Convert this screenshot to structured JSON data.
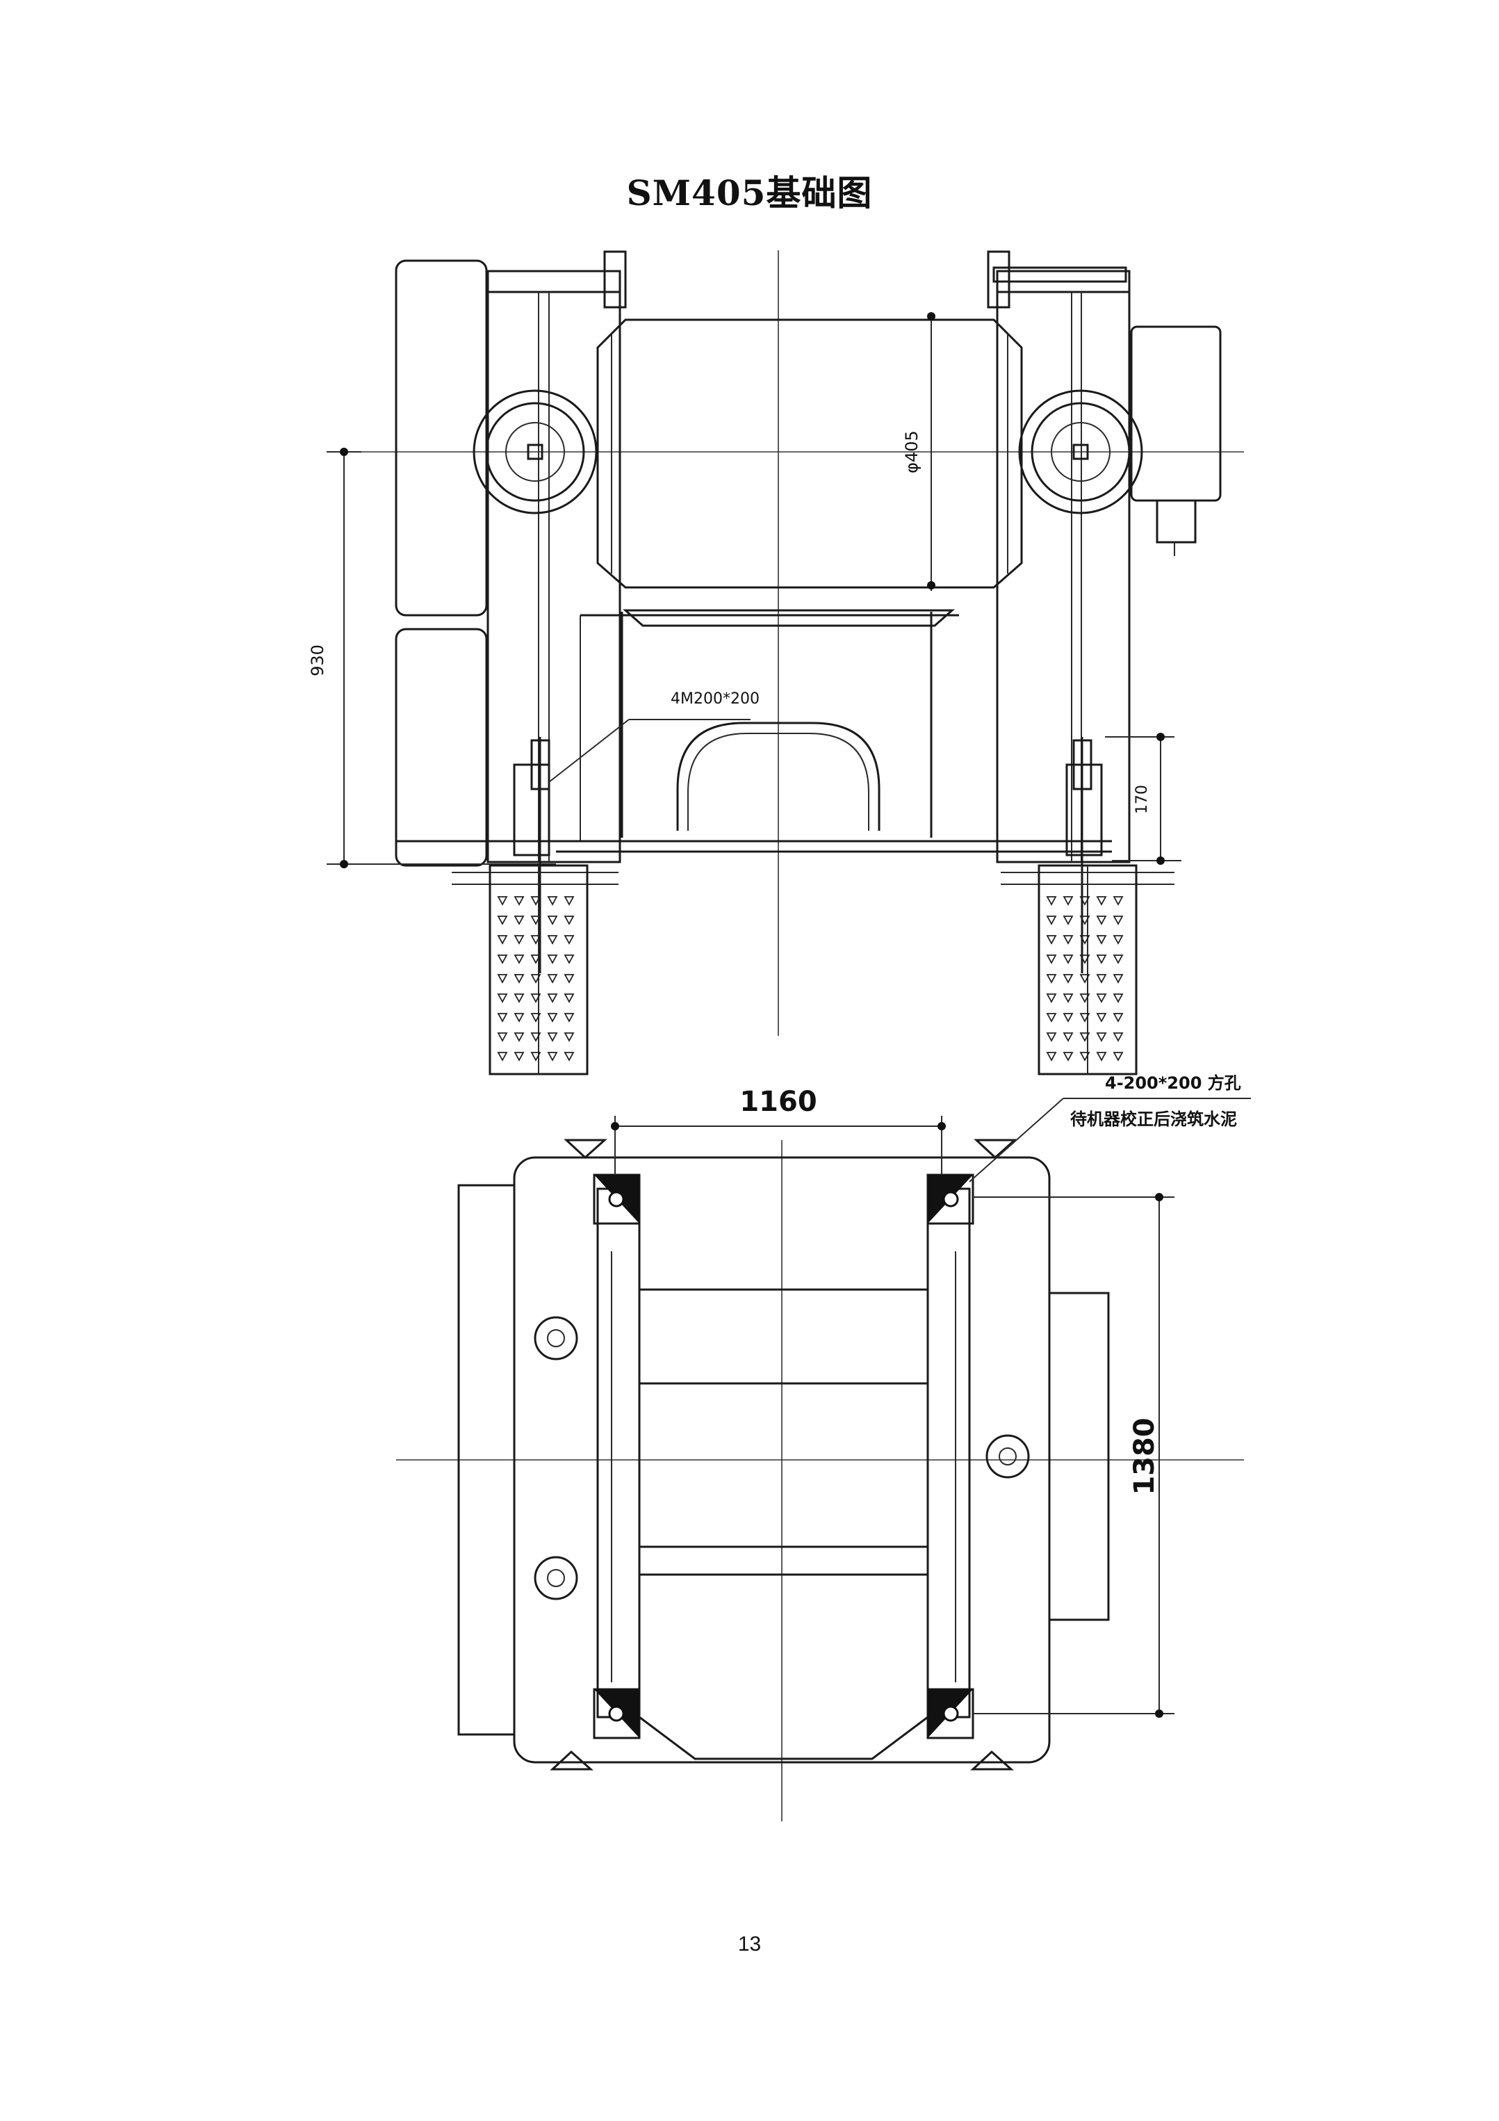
{
  "title": "SM405基础图",
  "page_number": "13",
  "front_view": {
    "dim_diameter": "φ405",
    "dim_height": "930",
    "dim_embed": "170",
    "bolt_label": "4M200*200"
  },
  "plan_view": {
    "dim_width": "1160",
    "dim_length": "1380",
    "note_line1": "4-200*200 方孔",
    "note_line2": "待机器校正后浇筑水泥"
  }
}
